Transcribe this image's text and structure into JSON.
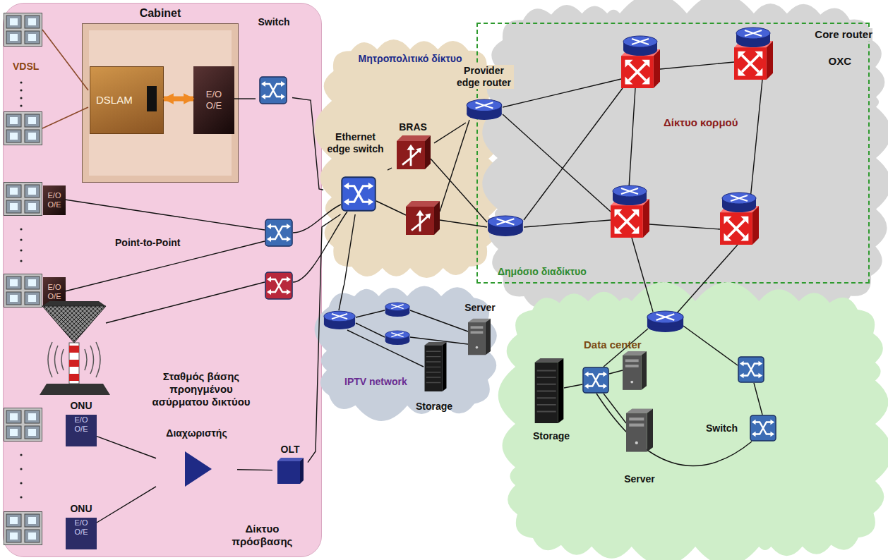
{
  "diagram": {
    "nodes": [
      {
        "text": [
          "Δίκτυο πρόσβασης"
        ]
      },
      {
        "text": [
          "Cabinet"
        ],
        "in": 0
      },
      {
        "text": [
          "DSLAM"
        ],
        "in": 1
      },
      {
        "text": [
          "E/O O/E"
        ],
        "in": 1
      },
      {
        "text": [
          "Switch"
        ],
        "in": 0
      },
      {
        "text": [
          "E/O O/E"
        ],
        "in": 0
      },
      {
        "text": [
          "E/O O/E"
        ],
        "in": 0
      },
      {
        "text": [
          "Σταθμός βάσης προηγμένου ασύρματου δικτύου"
        ],
        "in": 0
      },
      {
        "text": [
          "ONU",
          "E/O O/E"
        ],
        "in": 0
      },
      {
        "text": [
          "ONU",
          "E/O O/E"
        ],
        "in": 0
      },
      {
        "text": [
          "Διαχωριστής"
        ],
        "in": 0
      },
      {
        "text": [
          "OLT"
        ],
        "in": 0
      },
      {
        "text": [
          "Μητροπολιτικό δίκτυο"
        ]
      },
      {
        "text": [
          "Ethernet edge switch"
        ],
        "in": 12
      },
      {
        "text": [
          "BRAS"
        ],
        "in": 12
      },
      {
        "text": [
          "Provider edge router"
        ],
        "in": 12
      },
      {
        "text": [
          "Δίκτυο κορμού"
        ]
      },
      {
        "text": [
          "Core router",
          "OXC"
        ],
        "in": 16
      },
      {
        "text": [
          "Δημόσιο διαδίκτυο"
        ]
      },
      {
        "text": [
          "IPTV network"
        ]
      },
      {
        "text": [
          "Server"
        ],
        "in": 19
      },
      {
        "text": [
          "Storage"
        ],
        "in": 19
      },
      {
        "text": [
          "Data center"
        ]
      },
      {
        "text": [
          "Storage"
        ],
        "in": 22
      },
      {
        "text": [
          "Server"
        ],
        "in": 22
      },
      {
        "text": [
          "Switch"
        ],
        "in": 22
      }
    ],
    "edges": [
      {
        "from": 2,
        "to": 3,
        "arrow": "both"
      },
      {
        "from": 3,
        "to": 4,
        "arrow": "none"
      },
      {
        "from": 4,
        "to": 13,
        "arrow": "none"
      },
      {
        "from": 8,
        "to": 10,
        "arrow": "none"
      },
      {
        "from": 9,
        "to": 10,
        "arrow": "none"
      },
      {
        "from": 10,
        "to": 11,
        "arrow": "none"
      },
      {
        "from": 11,
        "to": 13,
        "arrow": "none"
      },
      {
        "from": 13,
        "to": 14,
        "arrow": "none"
      },
      {
        "from": 14,
        "to": 15,
        "arrow": "none"
      },
      {
        "from": 13,
        "to": 19,
        "arrow": "none"
      }
    ],
    "labels": [
      "VDSL",
      "Point-to-Point"
    ]
  }
}
